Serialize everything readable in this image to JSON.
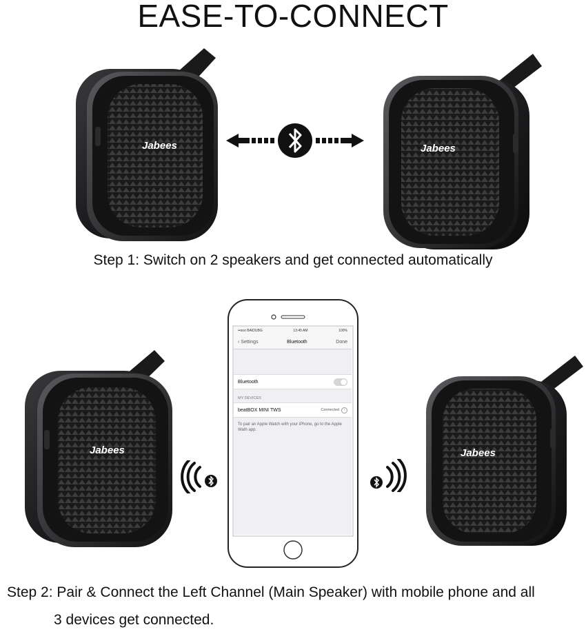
{
  "title": "EASE-TO-CONNECT",
  "brand": "Jabees",
  "step1": "Step 1: Switch on 2 speakers and get connected automatically",
  "step2_line1": "Step 2: Pair & Connect the Left Channel (Main Speaker) with mobile phone and all",
  "step2_line2": "3 devices get connected.",
  "phone": {
    "carrier": "••ooo BAIDUBG",
    "time": "13:45 AM",
    "battery": "100%",
    "back": "Settings",
    "nav_title": "Bluetooth",
    "done": "Done",
    "bt_label": "Bluetooth",
    "section": "MY DEVICES",
    "device": "beatBOX MINI TWS",
    "status": "Connected",
    "note": "To pair an Apple Watch with your iPhone, go to the Apple Wath app."
  },
  "icons": [
    "bluetooth-icon",
    "wifi-waves-icon",
    "arrow-left-icon",
    "arrow-right-icon"
  ],
  "colors": {
    "speaker_body": "#1d1d1f",
    "grille": "#0d0d0d",
    "accent_text": "#ffffff"
  }
}
